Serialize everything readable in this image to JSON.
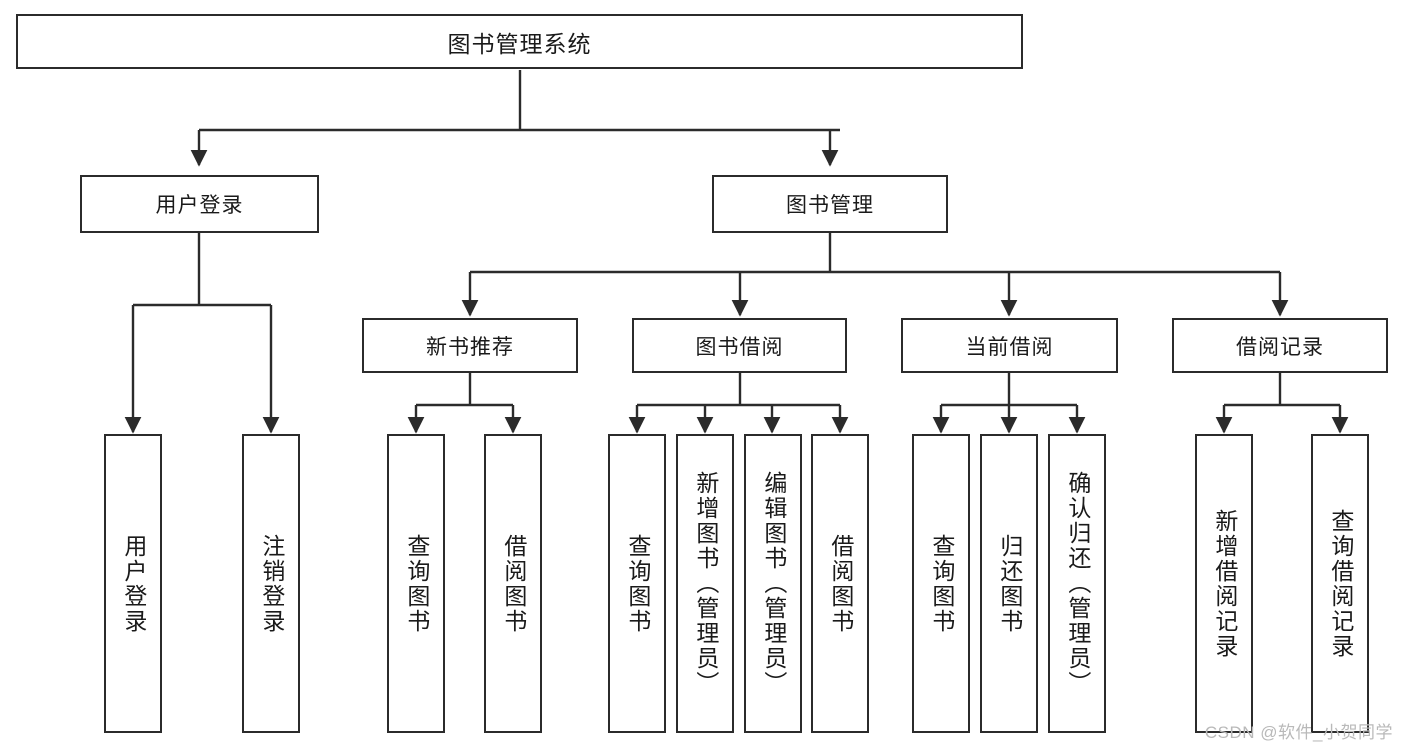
{
  "diagram": {
    "type": "tree-hierarchy",
    "title": "图书管理系统",
    "root": {
      "label": "图书管理系统"
    },
    "level1": [
      {
        "label": "用户登录"
      },
      {
        "label": "图书管理"
      }
    ],
    "level2": [
      {
        "label": "新书推荐",
        "parent": "图书管理"
      },
      {
        "label": "图书借阅",
        "parent": "图书管理"
      },
      {
        "label": "当前借阅",
        "parent": "图书管理"
      },
      {
        "label": "借阅记录",
        "parent": "图书管理"
      }
    ],
    "leaves": {
      "user_login": [
        {
          "label": "用户登录"
        },
        {
          "label": "注销登录"
        }
      ],
      "new_book_recommend": [
        {
          "label": "查询图书"
        },
        {
          "label": "借阅图书"
        }
      ],
      "book_borrow": [
        {
          "label": "查询图书"
        },
        {
          "label": "新增图书（管理员）"
        },
        {
          "label": "编辑图书（管理员）"
        },
        {
          "label": "借阅图书"
        }
      ],
      "current_borrow": [
        {
          "label": "查询图书"
        },
        {
          "label": "归还图书"
        },
        {
          "label": "确认归还（管理员）"
        }
      ],
      "borrow_record": [
        {
          "label": "新增借阅记录"
        },
        {
          "label": "查询借阅记录"
        }
      ]
    }
  },
  "watermark": {
    "text": "CSDN @软件_小贺同学"
  },
  "colors": {
    "border": "#2b2b2b",
    "background": "#ffffff",
    "text": "#1a1a1a",
    "watermark": "#b9b9b9"
  }
}
